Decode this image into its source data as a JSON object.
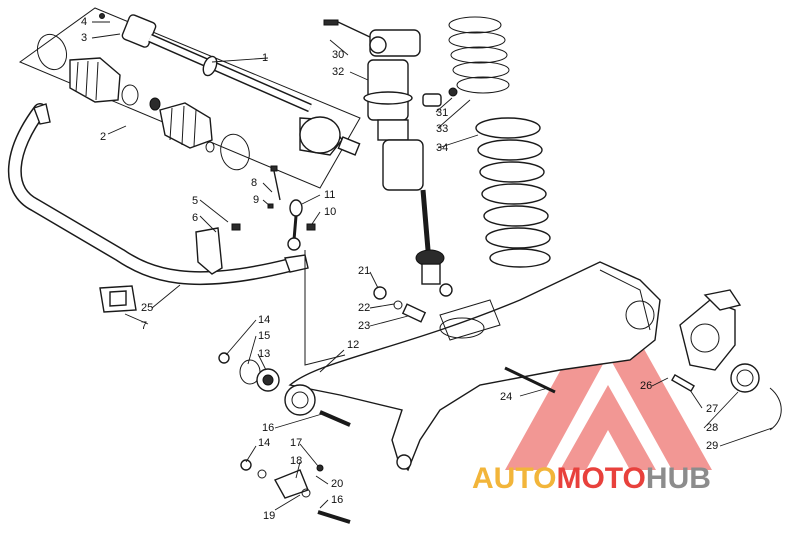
{
  "callouts": [
    {
      "id": "c1",
      "label": "1"
    },
    {
      "id": "c2",
      "label": "2"
    },
    {
      "id": "c3",
      "label": "3"
    },
    {
      "id": "c4",
      "label": "4"
    },
    {
      "id": "c5",
      "label": "5"
    },
    {
      "id": "c6",
      "label": "6"
    },
    {
      "id": "c7",
      "label": "7"
    },
    {
      "id": "c8",
      "label": "8"
    },
    {
      "id": "c9",
      "label": "9"
    },
    {
      "id": "c10",
      "label": "10"
    },
    {
      "id": "c11",
      "label": "11"
    },
    {
      "id": "c12",
      "label": "12"
    },
    {
      "id": "c13",
      "label": "13"
    },
    {
      "id": "c14a",
      "label": "14"
    },
    {
      "id": "c14b",
      "label": "14"
    },
    {
      "id": "c15",
      "label": "15"
    },
    {
      "id": "c16a",
      "label": "16"
    },
    {
      "id": "c16b",
      "label": "16"
    },
    {
      "id": "c17",
      "label": "17"
    },
    {
      "id": "c18",
      "label": "18"
    },
    {
      "id": "c19",
      "label": "19"
    },
    {
      "id": "c20",
      "label": "20"
    },
    {
      "id": "c21",
      "label": "21"
    },
    {
      "id": "c22",
      "label": "22"
    },
    {
      "id": "c23",
      "label": "23"
    },
    {
      "id": "c24",
      "label": "24"
    },
    {
      "id": "c25",
      "label": "25"
    },
    {
      "id": "c26",
      "label": "26"
    },
    {
      "id": "c27",
      "label": "27"
    },
    {
      "id": "c28",
      "label": "28"
    },
    {
      "id": "c29",
      "label": "29"
    },
    {
      "id": "c30",
      "label": "30"
    },
    {
      "id": "c31",
      "label": "31"
    },
    {
      "id": "c32",
      "label": "32"
    },
    {
      "id": "c33",
      "label": "33"
    },
    {
      "id": "c34",
      "label": "34"
    }
  ],
  "watermark": {
    "part1": "AUTO",
    "part2": "MOTO",
    "part3": "HUB",
    "color_part1": "#f2b53a",
    "color_part2": "#e8413c",
    "color_part3": "#8c8c8c"
  }
}
